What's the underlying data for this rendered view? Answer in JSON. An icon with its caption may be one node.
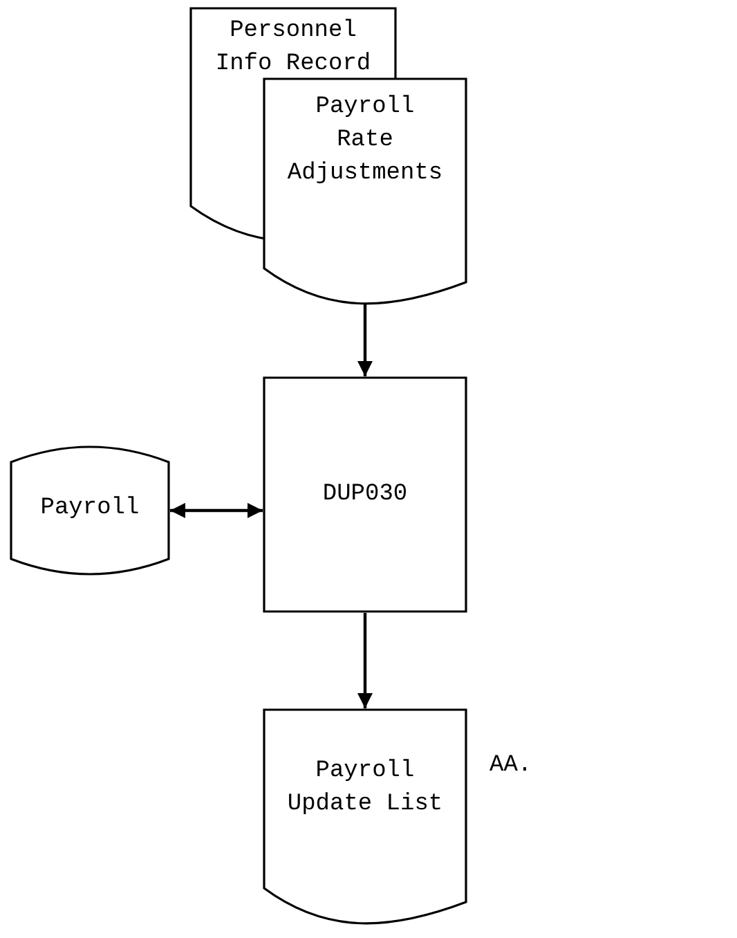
{
  "diagram": {
    "nodes": [
      {
        "text": [
          "Personnel Info Record"
        ]
      },
      {
        "text": [
          "Payroll Rate Adjustments"
        ]
      },
      {
        "text": [
          "Payroll"
        ]
      },
      {
        "text": [
          "DUP030"
        ]
      },
      {
        "text": [
          "Payroll Update List"
        ],
        "beside": [
          "AA."
        ]
      }
    ],
    "edges": [
      {
        "from": 1,
        "to": 3,
        "arrow": "to"
      },
      {
        "from": 2,
        "to": 3,
        "arrow": "both"
      },
      {
        "from": 3,
        "to": 4,
        "arrow": "to"
      }
    ]
  }
}
